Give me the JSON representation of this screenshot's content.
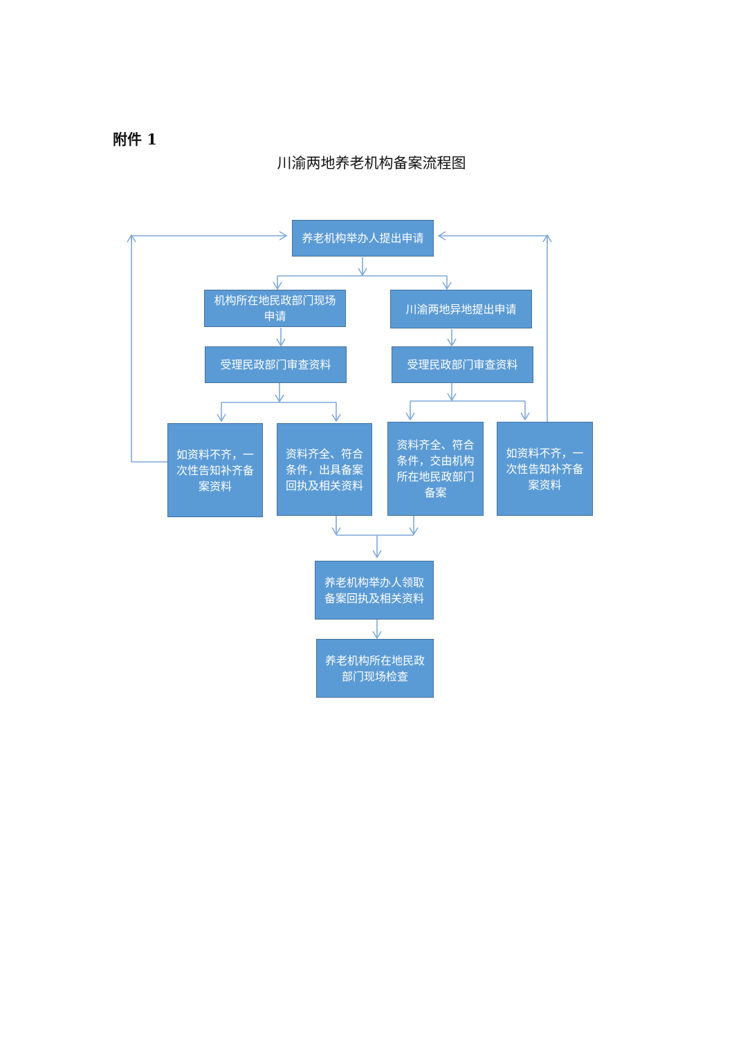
{
  "header": {
    "attachment_label": "附件 1",
    "title": "川渝两地养老机构备案流程图"
  },
  "flowchart": {
    "start": "养老机构举办人提出申请",
    "local_apply": "机构所在地民政部门现场\n申请",
    "remote_apply": "川渝两地异地提出申请",
    "review_left": "受理民政部门审查资料",
    "review_right": "受理民政部门审查资料",
    "incomplete_left": "如资料不齐，一\n次性告知补齐备\n案资料",
    "complete_left": "资料齐全、符合\n条件，出具备案\n回执及相关资料",
    "complete_right": "资料齐全、符合\n条件，交由机构\n所在地民政部门\n备案",
    "incomplete_right": "如资料不齐，一\n次性告知补齐备\n案资料",
    "collect": "养老机构举办人领取\n备案回执及相关资料",
    "inspect": "养老机构所在地民政\n部门现场检查"
  },
  "colors": {
    "box_fill": "#5b9bd5",
    "box_border": "#41719c",
    "connector": "#7fa9d9"
  }
}
